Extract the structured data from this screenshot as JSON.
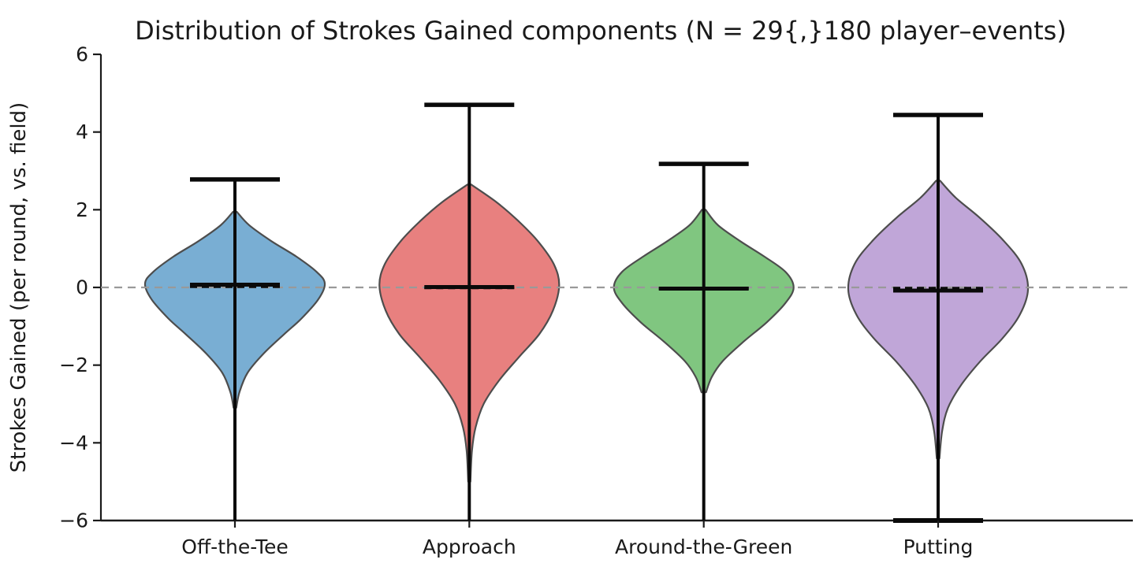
{
  "chart_data": {
    "type": "violin",
    "title": "Distribution of Strokes Gained components (N = 29{,}180 player–events)",
    "ylabel": "Strokes Gained (per round, vs. field)",
    "xlabel": "",
    "ylim": [
      -6,
      6
    ],
    "grid": false,
    "legend": "none",
    "yticks": {
      "values": [
        6,
        4,
        2,
        0,
        -2,
        -4,
        -6
      ],
      "labels": [
        "6",
        "4",
        "2",
        "0",
        "−2",
        "−4",
        "−6"
      ]
    },
    "zero_line": {
      "value": 0,
      "style": "dashed",
      "color": "#999999"
    },
    "colors": {
      "violin_edge": "#4d4d4d",
      "stat_lines": "#0a0a0a",
      "axis": "#1a1a1a"
    },
    "categories": [
      "Off-the-Tee",
      "Approach",
      "Around-the-Green",
      "Putting"
    ],
    "series": [
      {
        "label": "Off-the-Tee",
        "fill": "#79aed3",
        "mean": 0.07,
        "median": 0.02,
        "whisker_max": 2.78,
        "whisker_min": -6.0,
        "min_cap_shown": false,
        "halfwidth_unit": "fraction_of_max",
        "density_profile": [
          [
            1.95,
            0.02
          ],
          [
            1.6,
            0.16
          ],
          [
            1.2,
            0.4
          ],
          [
            0.8,
            0.68
          ],
          [
            0.4,
            0.91
          ],
          [
            0.1,
            1.0
          ],
          [
            -0.3,
            0.93
          ],
          [
            -0.8,
            0.74
          ],
          [
            -1.2,
            0.55
          ],
          [
            -1.7,
            0.32
          ],
          [
            -2.2,
            0.14
          ],
          [
            -2.7,
            0.05
          ],
          [
            -3.1,
            0.015
          ]
        ]
      },
      {
        "label": "Approach",
        "fill": "#e8807f",
        "mean": 0.01,
        "median": -0.01,
        "whisker_max": 4.7,
        "whisker_min": -6.0,
        "min_cap_shown": false,
        "halfwidth_unit": "fraction_of_max",
        "density_profile": [
          [
            2.65,
            0.02
          ],
          [
            2.2,
            0.3
          ],
          [
            1.7,
            0.55
          ],
          [
            1.2,
            0.76
          ],
          [
            0.6,
            0.94
          ],
          [
            0.05,
            1.0
          ],
          [
            -0.6,
            0.93
          ],
          [
            -1.2,
            0.78
          ],
          [
            -1.8,
            0.55
          ],
          [
            -2.4,
            0.33
          ],
          [
            -3.0,
            0.16
          ],
          [
            -3.6,
            0.07
          ],
          [
            -4.2,
            0.03
          ],
          [
            -5.0,
            0.012
          ]
        ]
      },
      {
        "label": "Around-the-Green",
        "fill": "#80c680",
        "mean": -0.03,
        "median": -0.02,
        "whisker_max": 3.18,
        "whisker_min": -6.0,
        "min_cap_shown": false,
        "halfwidth_unit": "fraction_of_max",
        "density_profile": [
          [
            2.0,
            0.02
          ],
          [
            1.6,
            0.16
          ],
          [
            1.2,
            0.4
          ],
          [
            0.8,
            0.67
          ],
          [
            0.4,
            0.91
          ],
          [
            0.0,
            1.0
          ],
          [
            -0.4,
            0.91
          ],
          [
            -0.9,
            0.7
          ],
          [
            -1.4,
            0.44
          ],
          [
            -1.9,
            0.21
          ],
          [
            -2.3,
            0.09
          ],
          [
            -2.7,
            0.025
          ]
        ]
      },
      {
        "label": "Putting",
        "fill": "#c0a6d8",
        "mean": -0.08,
        "median": -0.02,
        "whisker_max": 4.44,
        "whisker_min": -6.0,
        "min_cap_shown": true,
        "halfwidth_unit": "fraction_of_max",
        "density_profile": [
          [
            2.75,
            0.02
          ],
          [
            2.3,
            0.2
          ],
          [
            1.8,
            0.46
          ],
          [
            1.2,
            0.73
          ],
          [
            0.6,
            0.93
          ],
          [
            -0.05,
            1.0
          ],
          [
            -0.7,
            0.91
          ],
          [
            -1.3,
            0.72
          ],
          [
            -1.9,
            0.47
          ],
          [
            -2.5,
            0.26
          ],
          [
            -3.1,
            0.11
          ],
          [
            -3.7,
            0.045
          ],
          [
            -4.4,
            0.015
          ]
        ]
      }
    ]
  }
}
